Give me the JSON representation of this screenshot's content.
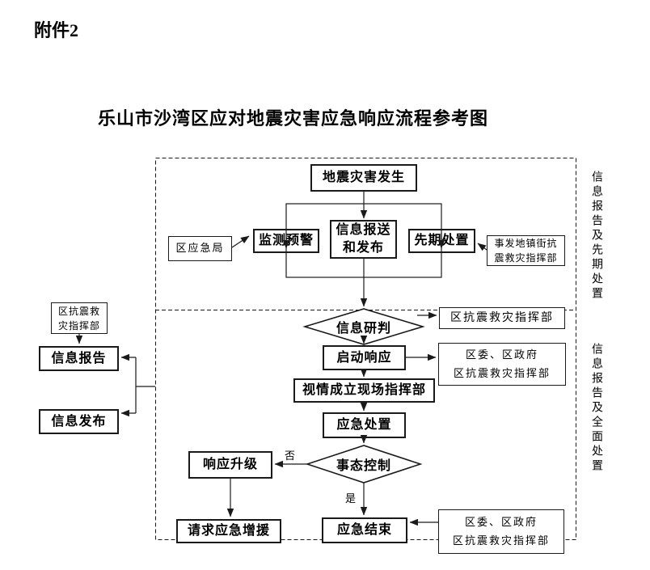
{
  "page": {
    "attachment_label": "附件2",
    "title": "乐山市沙湾区应对地震灾害应急响应流程参考图",
    "colors": {
      "ink": "#000000",
      "background": "#ffffff"
    }
  },
  "flowchart": {
    "nodes": {
      "earthquake_occurs": {
        "label": "地震灾害发生"
      },
      "district_emergency_bureau": {
        "label": "区应急局"
      },
      "monitoring_warning": {
        "label": "监测预警"
      },
      "info_submission_release": {
        "label": "信息报送\n和发布"
      },
      "initial_disposal": {
        "label": "先期处置"
      },
      "incident_town_hq": {
        "label": "事发地镇街抗\n震救灾指挥部"
      },
      "info_analysis": {
        "label": "信息研判"
      },
      "district_quake_hq": {
        "label": "区抗震救灾指挥部"
      },
      "activate_response": {
        "label": "启动响应"
      },
      "district_committee_hq": {
        "label": "区委、区政府\n区抗震救灾指挥部"
      },
      "onsite_command": {
        "label": "视情成立现场指挥部"
      },
      "emergency_disposal": {
        "label": "应急处置"
      },
      "situation_control": {
        "label": "事态控制"
      },
      "response_upgrade": {
        "label": "响应升级"
      },
      "request_reinforcement": {
        "label": "请求应急增援"
      },
      "emergency_end": {
        "label": "应急结束"
      },
      "district_committee_hq_end": {
        "label": "区委、区政府\n区抗震救灾指挥部"
      },
      "district_quake_hq_left": {
        "label": "区抗震救\n灾指挥部"
      },
      "info_report": {
        "label": "信息报告"
      },
      "info_release": {
        "label": "信息发布"
      }
    },
    "edge_labels": {
      "no": "否",
      "yes": "是"
    },
    "side_labels": {
      "top": "信息报告及先期处置",
      "bottom": "信息报告及全面处置"
    }
  }
}
